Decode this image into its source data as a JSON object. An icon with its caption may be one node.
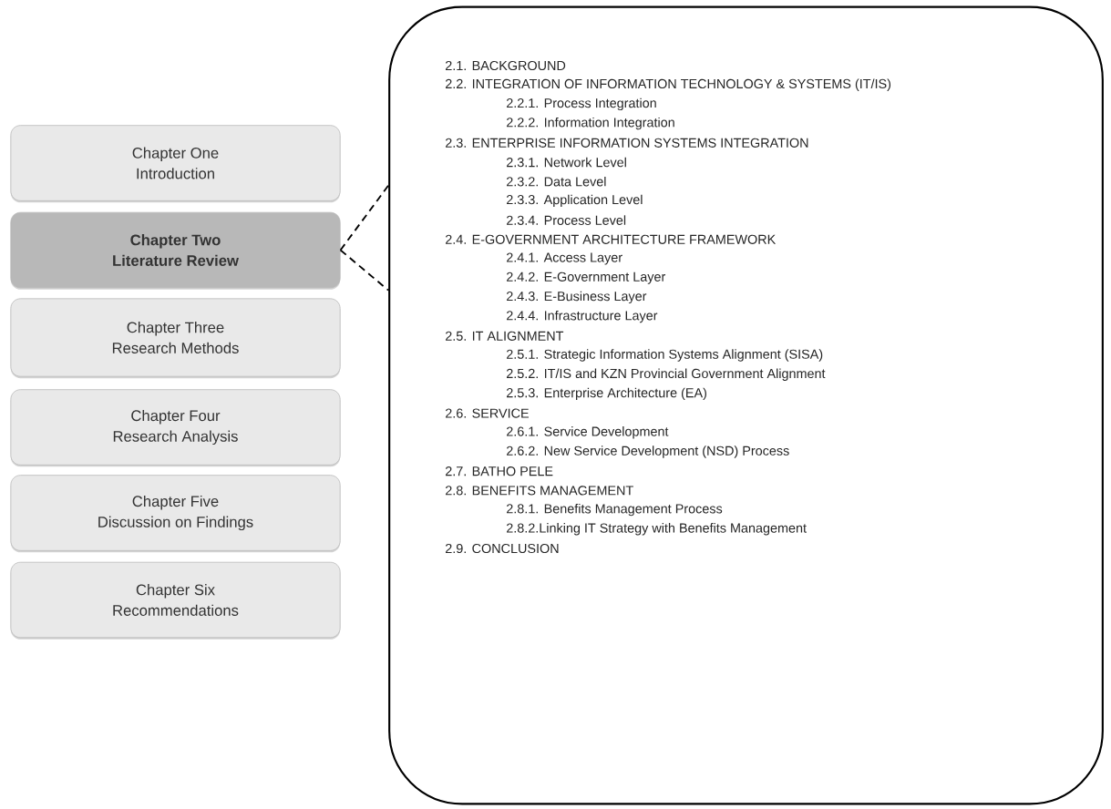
{
  "diagram": {
    "nodes": [
      {
        "text": [
          "Chapter One",
          "Introduction"
        ]
      },
      {
        "text": [
          "Chapter Two",
          "Literature Review"
        ]
      },
      {
        "text": [
          "Chapter Three",
          "Research Methods"
        ]
      },
      {
        "text": [
          "Chapter Four",
          "Research Analysis"
        ]
      },
      {
        "text": [
          "Chapter Five",
          "Discussion on Findings"
        ]
      },
      {
        "text": [
          "Chapter Six",
          "Recommendations"
        ]
      },
      {
        "text": [
          "2.1. BACKGROUND",
          "2.2. INTEGRATION OF INFORMATION TECHNOLOGY & SYSTEMS (IT/IS)",
          "2.2.1. Process Integration",
          "2.2.2. Information Integration",
          "2.3. ENTERPRISE INFORMATION SYSTEMS INTEGRATION",
          "2.3.1. Network Level",
          "2.3.2. Data Level",
          "2.3.3. Application Level",
          "2.3.4. Process Level",
          "2.4. E-GOVERNMENT ARCHITECTURE FRAMEWORK",
          "2.4.1. Access Layer",
          "2.4.2. E-Government Layer",
          "2.4.3. E-Business Layer",
          "2.4.4. Infrastructure Layer",
          "2.5. IT ALIGNMENT",
          "2.5.1. Strategic Information Systems Alignment (SISA)",
          "2.5.2. IT/IS and KZN Provincial Government Alignment",
          "2.5.3. Enterprise Architecture (EA)",
          "2.6. SERVICE",
          "2.6.1. Service Development",
          "2.6.2. New Service Development (NSD) Process",
          "2.7. BATHO PELE",
          "2.8. BENEFITS MANAGEMENT",
          "2.8.1. Benefits Management Process",
          "2.8.2.Linking IT Strategy with Benefits Management",
          "2.9. CONCLUSION"
        ]
      }
    ],
    "edges": [
      {
        "from": 1,
        "to": 6,
        "arrow": "none",
        "style": "dashed"
      },
      {
        "from": 1,
        "to": 6,
        "arrow": "none",
        "style": "dashed"
      }
    ]
  }
}
